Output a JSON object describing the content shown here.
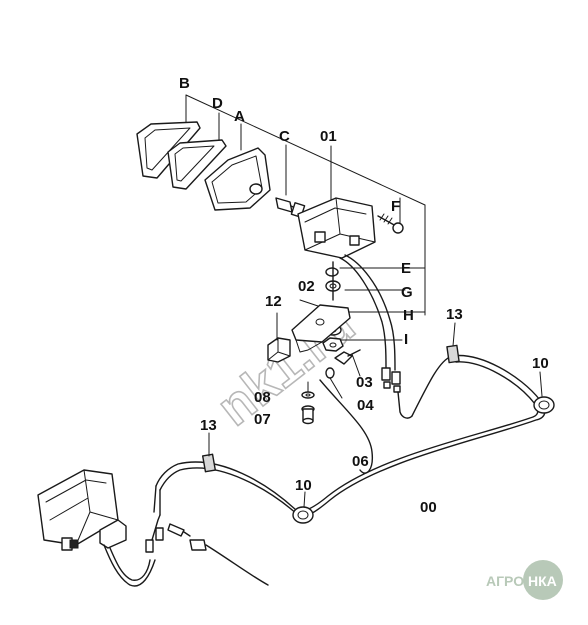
{
  "diagram": {
    "labels": {
      "B": "B",
      "D": "D",
      "A": "A",
      "C": "C",
      "p01": "01",
      "F": "F",
      "E": "E",
      "G": "G",
      "H": "H",
      "I": "I",
      "p02": "02",
      "p12": "12",
      "p13a": "13",
      "p13b": "13",
      "p10a": "10",
      "p10b": "10",
      "p03": "03",
      "p04": "04",
      "p08": "08",
      "p07": "07",
      "p06": "06",
      "p00": "00"
    },
    "watermark": "nk1.ru",
    "logo": {
      "text_left": "АГРО",
      "text_right": "НКА",
      "color": "#b8c9b8"
    }
  }
}
